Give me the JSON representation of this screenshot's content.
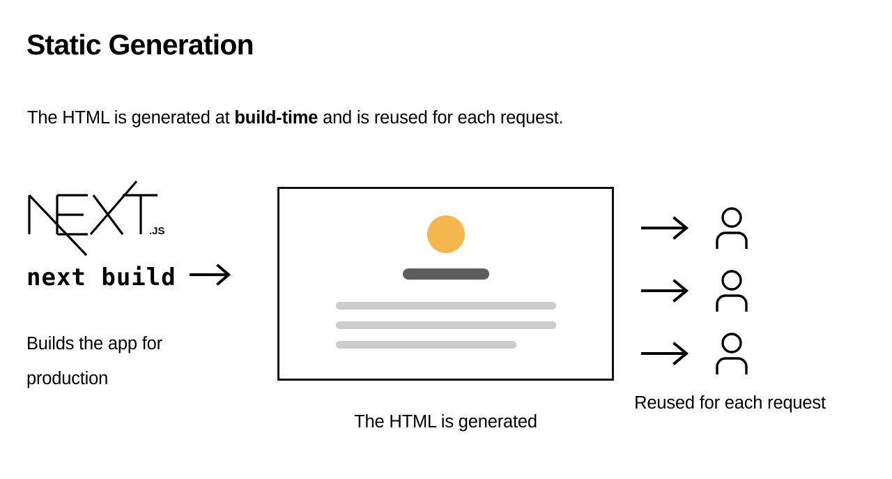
{
  "slide": {
    "title": "Static Generation",
    "subtitle": {
      "before": "The HTML is generated at ",
      "emphasis": "build-time",
      "after": " and is reused for each request."
    },
    "background_color": "#ffffff",
    "text_color": "#000000"
  },
  "left_column": {
    "logo": {
      "name": "nextjs-logo",
      "wordmark": "NEXT",
      "suffix": ".JS"
    },
    "command": {
      "text": "next build",
      "arrow": "→"
    },
    "caption": "Builds the app for production"
  },
  "page_mockup": {
    "caption": "The HTML is generated",
    "border_color": "#111111",
    "elements": {
      "avatar_circle_color": "#f5b74d",
      "heading_bar_color": "#5e5e5e",
      "text_line_color": "#cccccc",
      "text_lines": [
        "full",
        "full",
        "short"
      ]
    }
  },
  "requests": {
    "caption": "Reused for each request",
    "rows": [
      {
        "arrow": "→",
        "user": "person-icon"
      },
      {
        "arrow": "→",
        "user": "person-icon"
      },
      {
        "arrow": "→",
        "user": "person-icon"
      }
    ]
  }
}
